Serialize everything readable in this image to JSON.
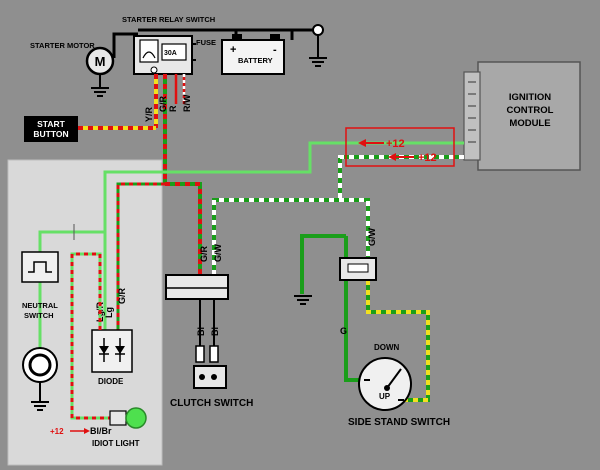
{
  "labels": {
    "starter_relay_switch": "STARTER RELAY SWITCH",
    "starter_motor": "STARTER MOTOR",
    "fuse": "FUSE",
    "fuse_rating": "30A",
    "battery": "BATTERY",
    "start_button_line1": "START",
    "start_button_line2": "BUTTON",
    "ignition_line1": "IGNITION",
    "ignition_line2": "CONTROL",
    "ignition_line3": "MODULE",
    "neutral_switch_line1": "NEUTRAL",
    "neutral_switch_line2": "SWITCH",
    "diode": "DIODE",
    "idiot_light": "IDIOT LIGHT",
    "clutch_switch": "CLUTCH SWITCH",
    "side_stand_switch": "SIDE STAND SWITCH",
    "down": "DOWN",
    "up": "UP",
    "plus12_a": "+12",
    "plus12_b": "+12",
    "plus12_c": "+12",
    "battery_plus": "+",
    "battery_minus": "-"
  },
  "wire_codes": {
    "y_r": "Y/R",
    "g_r_top": "G/R",
    "r": "R",
    "r_w": "R/W",
    "g_r_clutch": "G/R",
    "g_w_clutch": "G/W",
    "bl_left": "Bl",
    "bl_right": "Bl",
    "lg_r": "Lg/R",
    "lg": "Lg",
    "g_r_diode": "G/R",
    "g_w_stand": "G/W",
    "g": "G",
    "bl_br": "Bl/Br"
  },
  "colors": {
    "background": "#8f8f8f",
    "panel": "#d8d8d8",
    "green_wire": "#1a9e1a",
    "light_green_wire": "#66e066",
    "red": "#e01010",
    "yellow": "#f2e020",
    "white": "#ffffff"
  }
}
